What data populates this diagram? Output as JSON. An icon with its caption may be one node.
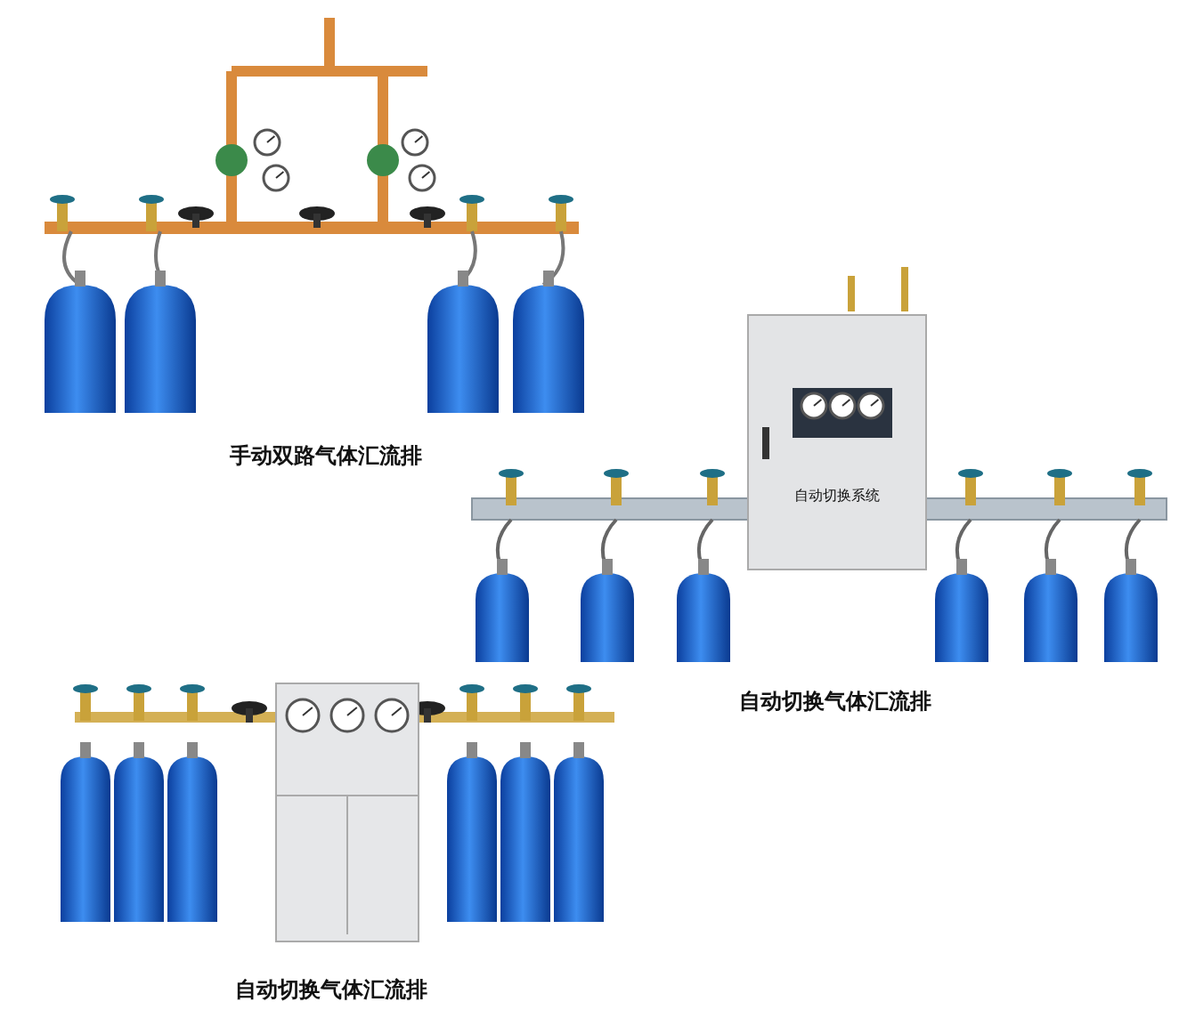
{
  "diagram": {
    "labels": [
      "手动双路气体汇流排",
      "自动切换系统",
      "自动切换气体汇流排",
      "自动切换气体汇流排"
    ]
  }
}
